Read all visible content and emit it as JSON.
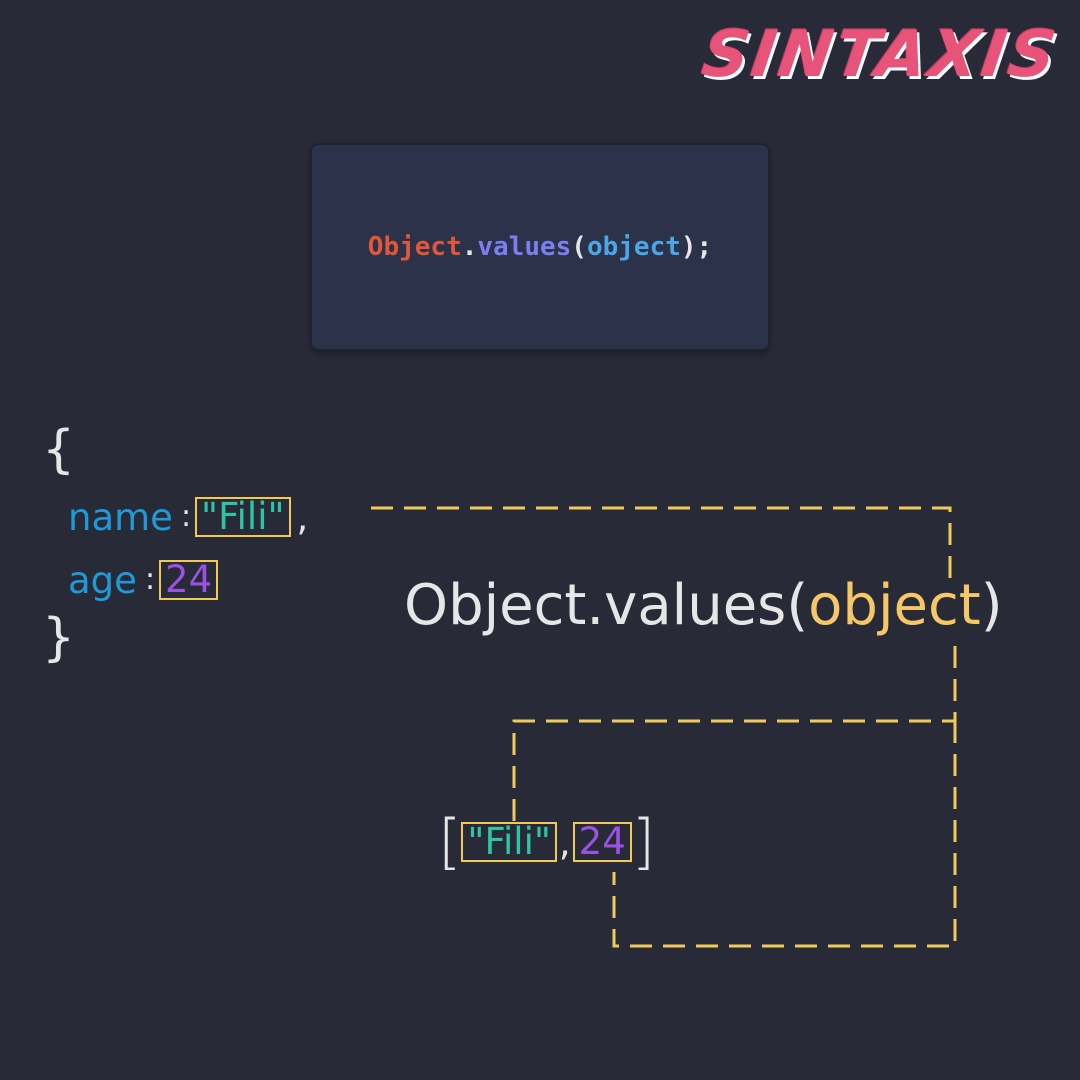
{
  "brand": {
    "logo_text": "SINTAXIS"
  },
  "code_snippet": {
    "object_token": "Object",
    "dot": ".",
    "method_token": "values",
    "open_paren": "(",
    "arg_token": "object",
    "close": ");"
  },
  "object_literal": {
    "open_brace": "{",
    "close_brace": "}",
    "properties": [
      {
        "key": "name",
        "colon": ":",
        "value": "\"Fili\"",
        "comma": ","
      },
      {
        "key": "age",
        "colon": ":",
        "value": "24"
      }
    ]
  },
  "call_expression": {
    "prefix": "Object.values(",
    "argument": "object",
    "suffix": ")"
  },
  "result_array": {
    "open_bracket": "[",
    "items": [
      "\"Fili\"",
      "24"
    ],
    "separator": ",",
    "close_bracket": "]"
  },
  "colors": {
    "background": "#282a37",
    "accent_yellow": "#f1c95a",
    "string_green": "#2ec4a6",
    "number_purple": "#9a52e0",
    "key_blue": "#1e9ad6",
    "logo_pink": "#e8537a"
  }
}
